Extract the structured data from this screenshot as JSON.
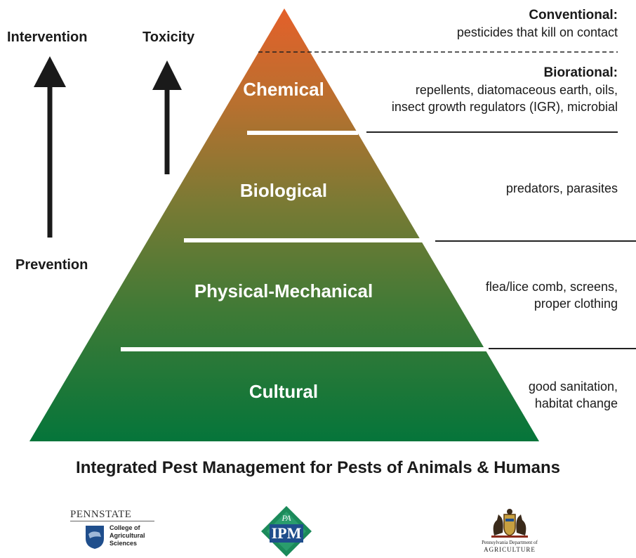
{
  "axis": {
    "intervention": "Intervention",
    "toxicity": "Toxicity",
    "prevention": "Prevention"
  },
  "tiers": [
    {
      "label": "Chemical"
    },
    {
      "label": "Biological"
    },
    {
      "label": "Physical-Mechanical"
    },
    {
      "label": "Cultural"
    }
  ],
  "descriptions": {
    "conventional_title": "Conventional:",
    "conventional_text": "pesticides that kill on contact",
    "biorational_title": "Biorational:",
    "biorational_line1": "repellents, diatomaceous earth, oils,",
    "biorational_line2": "insect growth regulators (IGR), microbial",
    "biological_text": "predators, parasites",
    "physical_line1": "flea/lice comb, screens,",
    "physical_line2": "proper clothing",
    "cultural_line1": "good sanitation,",
    "cultural_line2": "habitat change"
  },
  "footer": {
    "title": "Integrated Pest Management for Pests of Animals & Humans",
    "pennstate_wordmark": "PENNSTATE",
    "pennstate_line1": "College of",
    "pennstate_line2": "Agricultural",
    "pennstate_line3": "Sciences",
    "ipm_top": "PA",
    "ipm_main": "IPM",
    "agri_line1": "Pennsylvania Department of",
    "agri_line2": "AGRICULTURE"
  },
  "colors": {
    "top_orange": "#e0622a",
    "green_bottom": "#0a7a3a"
  }
}
